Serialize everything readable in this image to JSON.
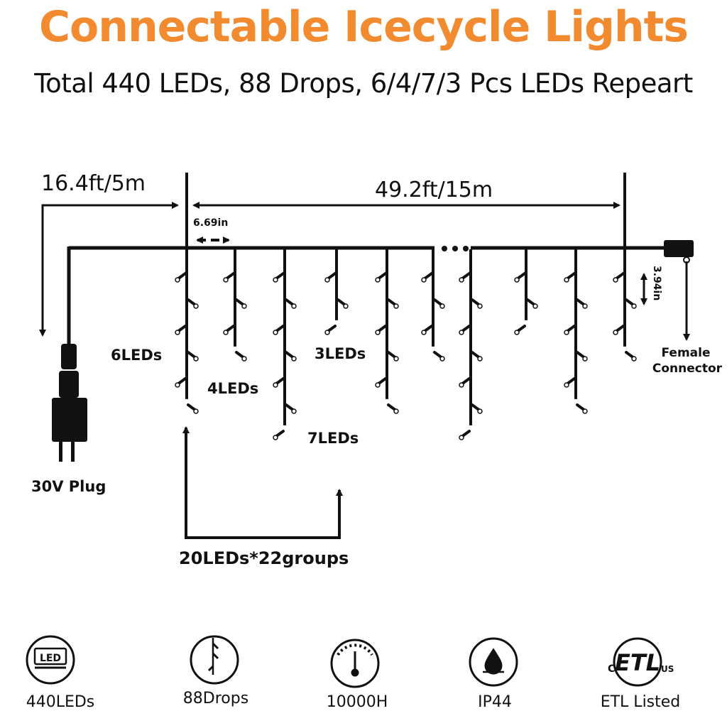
{
  "title": "Connectable Icecycle Lights",
  "subtitle": "Total 440 LEDs, 88 Drops, 6/4/7/3 Pcs LEDs Repeart",
  "dimensions": {
    "lead_length": "16.4ft/5m",
    "lit_length": "49.2ft/15m",
    "drop_spacing": "6.69in",
    "led_spacing": "3.94in"
  },
  "labels": {
    "drop_6": "6LEDs",
    "drop_4": "4LEDs",
    "drop_7": "7LEDs",
    "drop_3": "3LEDs",
    "plug": "30V Plug",
    "female_line1": "Female",
    "female_line2": "Connector",
    "groups": "20LEDs*22groups",
    "led_badge": "LED"
  },
  "drop_pattern": [
    6,
    4,
    7,
    3
  ],
  "features": [
    {
      "icon": "led-icon",
      "label": "440LEDs"
    },
    {
      "icon": "drop-icon",
      "label": "88Drops"
    },
    {
      "icon": "gauge-icon",
      "label": "10000H"
    },
    {
      "icon": "water-drop-icon",
      "label": "IP44"
    },
    {
      "icon": "etl-icon",
      "label": "ETL Listed"
    }
  ],
  "colors": {
    "title": "#f28a30",
    "line": "#111111"
  }
}
